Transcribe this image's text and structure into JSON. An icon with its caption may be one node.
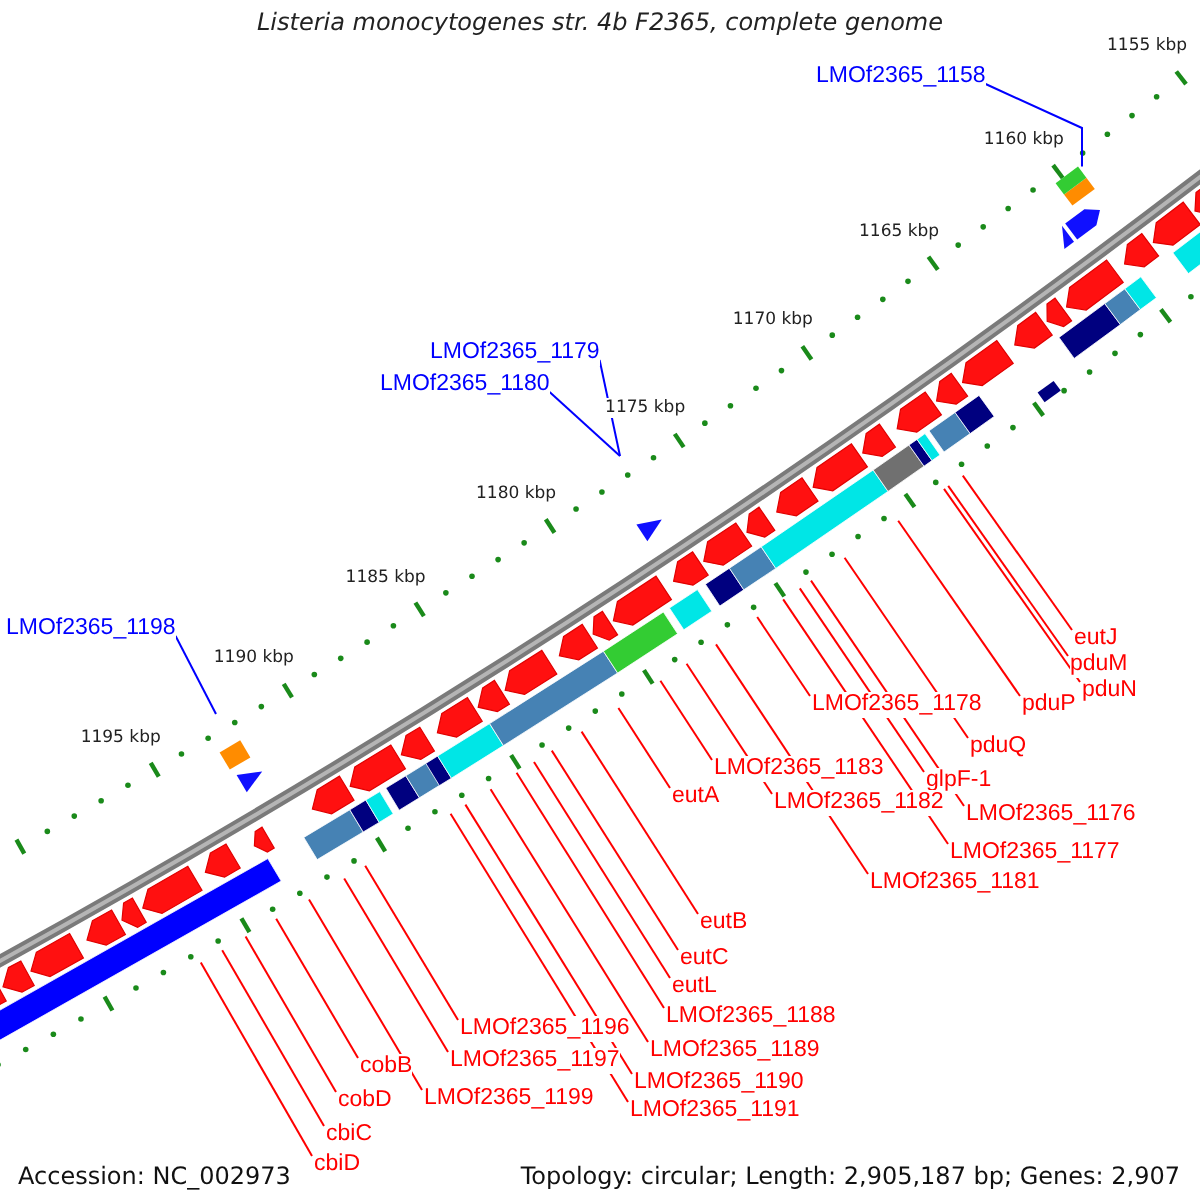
{
  "diagram": {
    "title": "Listeria monocytogenes str. 4b F2365, complete genome",
    "nodes": [
      {
        "text": [
          "LMOf2365_1158"
        ]
      },
      {
        "text": [
          "LMOf2365_1179"
        ]
      },
      {
        "text": [
          "LMOf2365_1180"
        ]
      },
      {
        "text": [
          "LMOf2365_1198"
        ]
      },
      {
        "text": [
          "eutJ"
        ]
      },
      {
        "text": [
          "pduM"
        ]
      },
      {
        "text": [
          "pduN"
        ]
      },
      {
        "text": [
          "pduP"
        ]
      },
      {
        "text": [
          "LMOf2365_1178"
        ]
      },
      {
        "text": [
          "pduQ"
        ]
      },
      {
        "text": [
          "LMOf2365_1183"
        ]
      },
      {
        "text": [
          "eutA"
        ]
      },
      {
        "text": [
          "glpF-1"
        ]
      },
      {
        "text": [
          "LMOf2365_1182"
        ]
      },
      {
        "text": [
          "LMOf2365_1176"
        ]
      },
      {
        "text": [
          "LMOf2365_1177"
        ]
      },
      {
        "text": [
          "LMOf2365_1181"
        ]
      },
      {
        "text": [
          "eutB"
        ]
      },
      {
        "text": [
          "eutC"
        ]
      },
      {
        "text": [
          "eutL"
        ]
      },
      {
        "text": [
          "LMOf2365_1188"
        ]
      },
      {
        "text": [
          "LMOf2365_1196"
        ]
      },
      {
        "text": [
          "LMOf2365_1189"
        ]
      },
      {
        "text": [
          "LMOf2365_1197"
        ]
      },
      {
        "text": [
          "cobB"
        ]
      },
      {
        "text": [
          "LMOf2365_1190"
        ]
      },
      {
        "text": [
          "LMOf2365_1199"
        ]
      },
      {
        "text": [
          "cobD"
        ]
      },
      {
        "text": [
          "LMOf2365_1191"
        ]
      },
      {
        "text": [
          "cbiC"
        ]
      },
      {
        "text": [
          "cbiD"
        ]
      },
      {
        "text": [],
        "shape": "box"
      }
    ],
    "edges": [
      {
        "from": 0,
        "to": 31,
        "arrow": "none",
        "color": "#0000ff"
      },
      {
        "from": 1,
        "to": null,
        "arrow": "none",
        "color": "#0000ff"
      },
      {
        "from": 2,
        "to": null,
        "arrow": "none",
        "color": "#0000ff"
      },
      {
        "from": 3,
        "to": null,
        "arrow": "none",
        "color": "#0000ff"
      },
      {
        "from": 4,
        "to": null,
        "arrow": "none"
      },
      {
        "from": 5,
        "to": null,
        "arrow": "none"
      },
      {
        "from": 6,
        "to": null,
        "arrow": "none"
      },
      {
        "from": 7,
        "to": null,
        "arrow": "none"
      },
      {
        "from": 8,
        "to": null,
        "arrow": "none"
      },
      {
        "from": 9,
        "to": null,
        "arrow": "none"
      },
      {
        "from": 10,
        "to": null,
        "arrow": "none"
      },
      {
        "from": 11,
        "to": null,
        "arrow": "none"
      },
      {
        "from": 12,
        "to": null,
        "arrow": "none"
      },
      {
        "from": 13,
        "to": null,
        "arrow": "none"
      },
      {
        "from": 14,
        "to": null,
        "arrow": "none"
      },
      {
        "from": 15,
        "to": null,
        "arrow": "none"
      },
      {
        "from": 16,
        "to": null,
        "arrow": "none"
      },
      {
        "from": 17,
        "to": null,
        "arrow": "none"
      },
      {
        "from": 18,
        "to": null,
        "arrow": "none"
      },
      {
        "from": 19,
        "to": null,
        "arrow": "none"
      },
      {
        "from": 20,
        "to": null,
        "arrow": "none"
      },
      {
        "from": 21,
        "to": null,
        "arrow": "none"
      },
      {
        "from": 22,
        "to": null,
        "arrow": "none"
      },
      {
        "from": 23,
        "to": null,
        "arrow": "none"
      },
      {
        "from": 24,
        "to": null,
        "arrow": "none"
      },
      {
        "from": 25,
        "to": null,
        "arrow": "none"
      },
      {
        "from": 26,
        "to": null,
        "arrow": "none"
      },
      {
        "from": 27,
        "to": null,
        "arrow": "none"
      },
      {
        "from": 28,
        "to": null,
        "arrow": "none"
      },
      {
        "from": 29,
        "to": null,
        "arrow": "none"
      },
      {
        "from": 30,
        "to": null,
        "arrow": "none"
      }
    ],
    "labels": [
      "1155 kbp",
      "1160 kbp",
      "1165 kbp",
      "1170 kbp",
      "1175 kbp",
      "1180 kbp",
      "1185 kbp",
      "1190 kbp",
      "1195 kbp",
      "Accession: NC_002973",
      "Topology: circular; Length: 2,905,187 bp; Genes: 2,907"
    ]
  }
}
